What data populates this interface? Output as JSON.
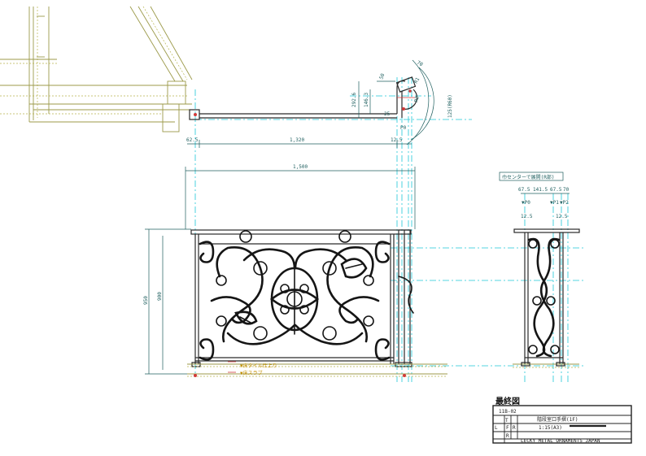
{
  "plan": {
    "dim_left": "62.5",
    "dim_main": "1,320",
    "dim_right": "12.5",
    "dim_vertical_1": "292.6",
    "dim_vertical_2": "146.3",
    "dim_small_1": "50",
    "dim_small_2": "25",
    "dim_radius_1": "R2",
    "dim_radius_2": "R1",
    "dim_arc_label": "125(R60)",
    "dim_arc_top": "70",
    "point_label": "P0"
  },
  "elevation": {
    "dim_width": "1,500",
    "dim_height_outer": "950",
    "dim_height_inner": "900",
    "level_finish": "▼床タイル仕上り",
    "level_slab": "▼床スラブ"
  },
  "section": {
    "title": "巾センターで展開(R部)",
    "dims": [
      "67.5",
      "141.5",
      "67.5",
      "70"
    ],
    "points": [
      "▼P0",
      "▼P1",
      "▼P2"
    ],
    "dim_bottom_left": "12.5",
    "dim_bottom_right": "12.5"
  },
  "title_block": {
    "heading": "最終図",
    "drawing_no": "11B-02",
    "project": "階段室口手摺(1F)",
    "scale": "1:15(A3)",
    "company": "LECKY METAL ORNAMENTS JAPAN",
    "cells": [
      "T",
      "L",
      "F",
      "R",
      "R"
    ]
  },
  "colors": {
    "outline": "#2a2a2a",
    "dimension": "#1f5f5f",
    "centerline": "#1ec8d8",
    "building": "#9c9a4a",
    "accent": "#d23a3a"
  }
}
